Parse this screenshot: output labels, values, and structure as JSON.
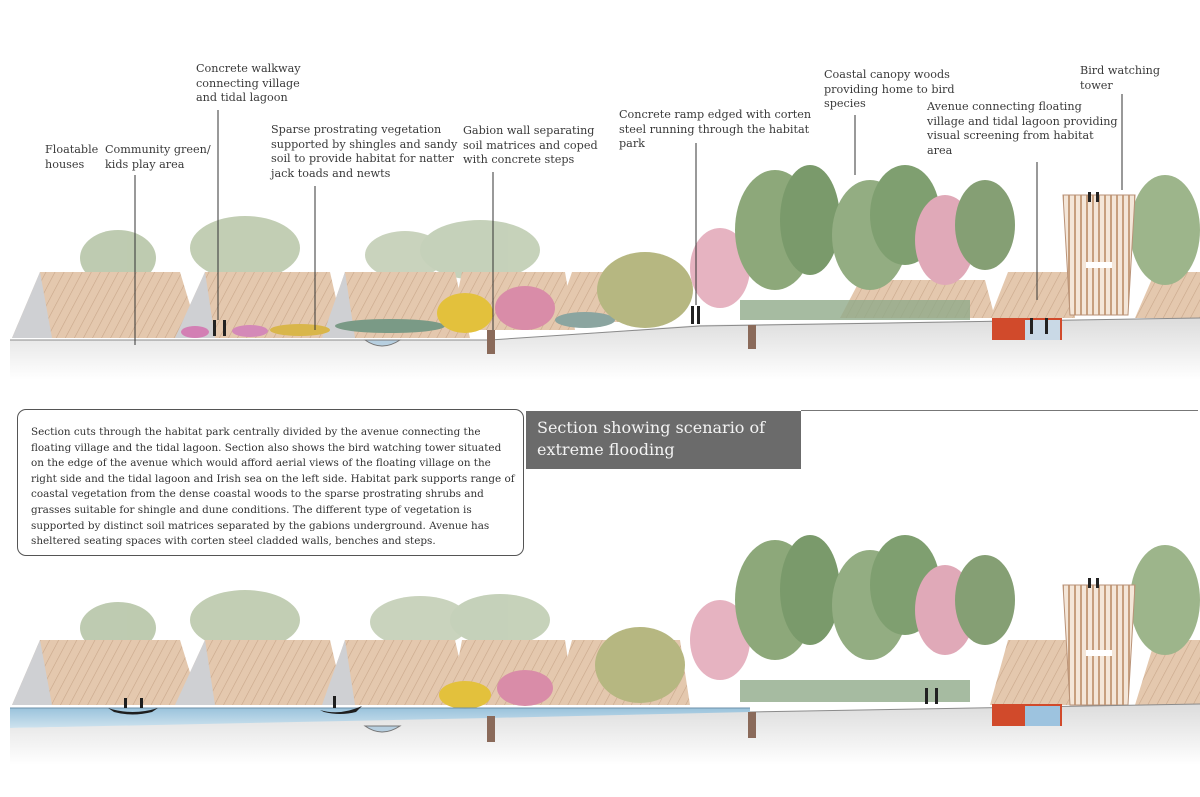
{
  "labels": {
    "floatable_houses": "Floatable\nhouses",
    "community_green": "Community green/\nkids play area",
    "concrete_walkway": "Concrete walkway\nconnecting village\nand tidal lagoon",
    "sparse_vegetation": "Sparse prostrating vegetation\nsupported by shingles and sandy\nsoil to provide habitat for natter\njack toads and newts",
    "gabion_wall": "Gabion wall separating\nsoil matrices and coped\nwith concrete steps",
    "concrete_ramp": "Concrete ramp edged with corten\nsteel running through the habitat\npark",
    "canopy_woods": "Coastal canopy woods\nproviding home to bird\nspecies",
    "avenue": "Avenue connecting floating\nvillage and tidal lagoon providing\nvisual screening from habitat\narea",
    "bird_tower": "Bird watching\ntower"
  },
  "description": "Section cuts through the habitat park centrally divided by the avenue connecting the floating village and the tidal lagoon. Section also shows the bird watching tower situated on the edge of the avenue which would afford aerial views of the floating village on the right side and the tidal lagoon and Irish sea on the left side. Habitat park supports range of coastal vegetation from the dense coastal woods to the sparse prostrating shrubs and grasses suitable for shingle and dune conditions. The different type of vegetation is supported by distinct soil matrices separated by the gabions underground. Avenue has sheltered seating spaces with corten steel cladded walls, benches and steps.",
  "banner_title": "Section showing scenario of\nextreme flooding",
  "colors": {
    "house_wood": "#e2c6ad",
    "house_shadow": "#c9c9cc",
    "tree_green": "#8fae78",
    "tree_pink": "#e2a6b4",
    "ground": "#e6e6e6",
    "flood_water": "#9cc4dc",
    "banner_bg": "#6b6b6b"
  }
}
